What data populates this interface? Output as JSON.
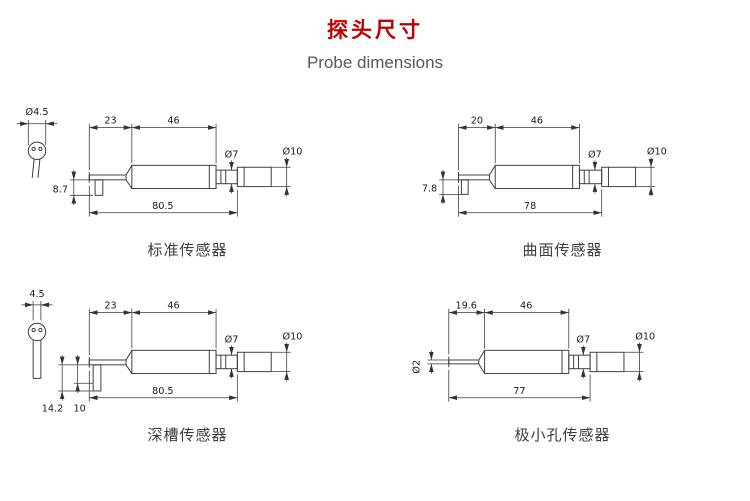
{
  "header": {
    "title": "探头尺寸",
    "subtitle": "Probe dimensions",
    "accent_color": "#c00000"
  },
  "probes": {
    "standard": {
      "caption": "标准传感器",
      "dims": {
        "tip": "Ø4.5",
        "seg1": "23",
        "seg2": "46",
        "drop": "8.7",
        "total": "80.5",
        "neck": "Ø7",
        "end": "Ø10"
      }
    },
    "curved": {
      "caption": "曲面传感器",
      "dims": {
        "seg1": "20",
        "seg2": "46",
        "drop": "7.8",
        "total": "78",
        "neck": "Ø7",
        "end": "Ø10"
      }
    },
    "deep_groove": {
      "caption": "深槽传感器",
      "dims": {
        "tip": "4.5",
        "seg1": "23",
        "seg2": "46",
        "drop": "14.2",
        "drop2": "10",
        "total": "80.5",
        "neck": "Ø7",
        "end": "Ø10"
      }
    },
    "tiny_hole": {
      "caption": "极小孔传感器",
      "dims": {
        "seg1": "19.6",
        "seg2": "46",
        "tip": "Ø2",
        "total": "77",
        "neck": "Ø7",
        "end": "Ø10"
      }
    }
  }
}
